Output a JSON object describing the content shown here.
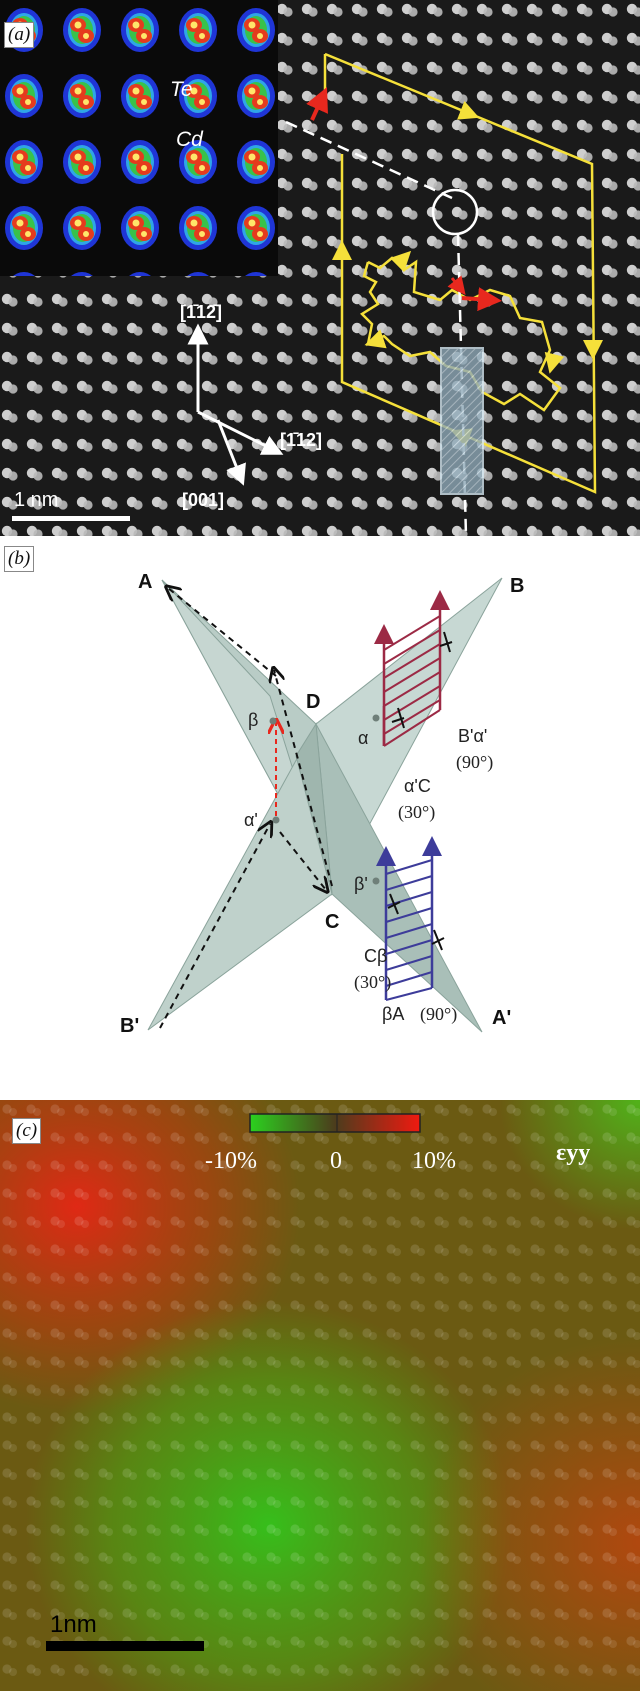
{
  "panel_a": {
    "label": "(a)",
    "inset_labels": {
      "te": "Te",
      "cd": "Cd"
    },
    "directions": {
      "up": "[1̄12̄]",
      "right": "[1̄12]",
      "down": "[001]"
    },
    "scale_bar": "1 nm",
    "colors": {
      "circuit": "#f5e03a",
      "burgers": "#e8281e",
      "dashed_line": "#ffffff"
    }
  },
  "panel_b": {
    "label": "(b)",
    "vertices": {
      "A": "A",
      "B": "B",
      "C": "C",
      "D": "D",
      "A_prime": "A'",
      "B_prime": "B'"
    },
    "points": {
      "alpha": "α",
      "beta": "β",
      "alpha_prime": "α'",
      "beta_prime": "β'"
    },
    "upper_partials": {
      "left_name": "α'C",
      "left_angle": "(30°)",
      "right_name": "B'α'",
      "right_angle": "(90°)"
    },
    "lower_partials": {
      "left_name": "Cβ",
      "left_angle": "(30°)",
      "right_name": "βA",
      "right_angle": "(90°)"
    },
    "colors": {
      "face": "#b9ccc6",
      "upper_dislocation": "#9c2a45",
      "lower_dislocation": "#3d3c9a",
      "red_vector": "#e8281e"
    }
  },
  "panel_c": {
    "label": "(c)",
    "colorbar": {
      "min_label": "-10%",
      "mid_label": "0",
      "max_label": "10%",
      "low_color": "#2bd11e",
      "high_color": "#f01a10"
    },
    "strain_symbol": "εyy",
    "scale_bar": "1nm"
  }
}
